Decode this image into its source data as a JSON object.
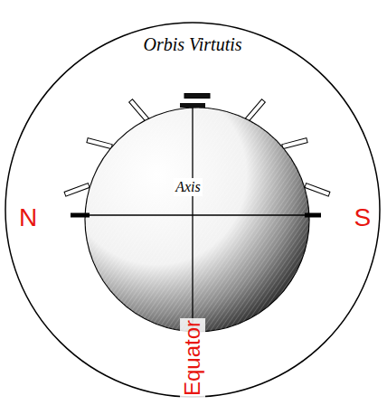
{
  "diagram": {
    "nodes": [
      {
        "text": [
          "Orbis Virtutis"
        ]
      },
      {
        "text": [
          "Axis"
        ],
        "in": 0
      }
    ],
    "labels": [
      "N",
      "S",
      "Equator"
    ]
  }
}
